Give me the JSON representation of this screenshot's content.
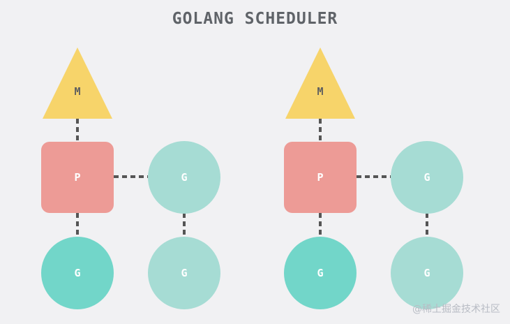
{
  "title": "GOLANG SCHEDULER",
  "colors": {
    "background": "#f1f1f3",
    "machine": "#f7d46a",
    "processor": "#ed9b96",
    "goroutine_running": "#72d6c9",
    "goroutine_waiting": "#a6dcd4",
    "connector": "#555555",
    "label_dark": "#5f5f5f",
    "label_light": "#ffffff"
  },
  "groups": [
    {
      "machine": {
        "label": "M"
      },
      "processor": {
        "label": "P"
      },
      "goroutines": [
        {
          "label": "G",
          "state": "waiting"
        },
        {
          "label": "G",
          "state": "running"
        },
        {
          "label": "G",
          "state": "waiting"
        }
      ]
    },
    {
      "machine": {
        "label": "M"
      },
      "processor": {
        "label": "P"
      },
      "goroutines": [
        {
          "label": "G",
          "state": "waiting"
        },
        {
          "label": "G",
          "state": "running"
        },
        {
          "label": "G",
          "state": "waiting"
        }
      ]
    }
  ],
  "watermark": "@稀土掘金技术社区"
}
